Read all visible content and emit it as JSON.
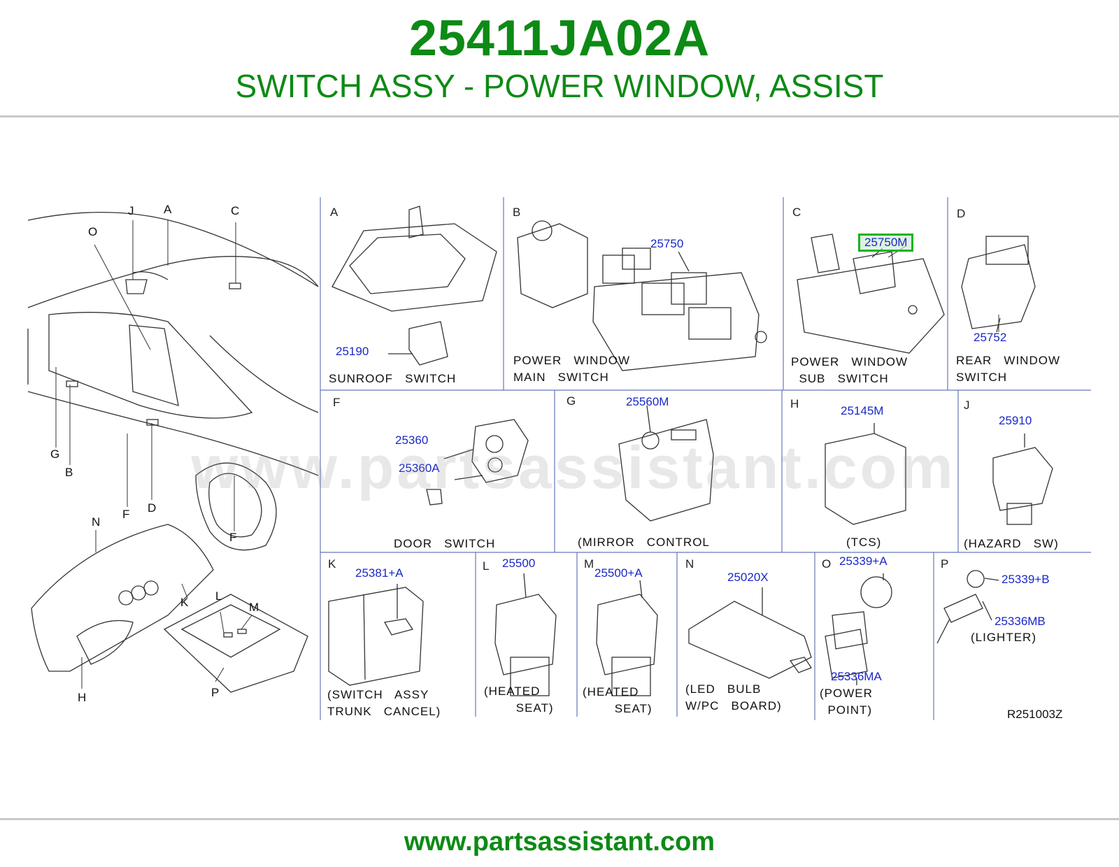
{
  "header": {
    "part_number": "25411JA02A",
    "part_name": "SWITCH ASSY - POWER WINDOW, ASSIST"
  },
  "car_overview": {
    "labels": [
      "J",
      "A",
      "C",
      "O",
      "G",
      "B",
      "F",
      "D",
      "F",
      "N",
      "K",
      "L",
      "M",
      "H",
      "P"
    ]
  },
  "cells": {
    "A": {
      "letter": "A",
      "parts": [
        "25190"
      ],
      "caption": "SUNROOF   SWITCH"
    },
    "B": {
      "letter": "B",
      "parts": [
        "25750"
      ],
      "caption": "POWER   WINDOW\nMAIN   SWITCH"
    },
    "C": {
      "letter": "C",
      "parts": [
        "25750M"
      ],
      "caption": "POWER   WINDOW\n  SUB   SWITCH"
    },
    "D": {
      "letter": "D",
      "parts": [
        "25752"
      ],
      "caption": "REAR   WINDOW\nSWITCH"
    },
    "F": {
      "letter": "F",
      "parts": [
        "25360",
        "25360A"
      ],
      "caption": "DOOR   SWITCH"
    },
    "G": {
      "letter": "G",
      "parts": [
        "25560M"
      ],
      "caption": "(MIRROR   CONTROL"
    },
    "H": {
      "letter": "H",
      "parts": [
        "25145M"
      ],
      "caption": "(TCS)"
    },
    "J": {
      "letter": "J",
      "parts": [
        "25910"
      ],
      "caption": "(HAZARD   SW)"
    },
    "K": {
      "letter": "K",
      "parts": [
        "25381+A"
      ],
      "caption": "(SWITCH   ASSY\nTRUNK   CANCEL)"
    },
    "L": {
      "letter": "L",
      "parts": [
        "25500"
      ],
      "caption": "(HEATED\n        SEAT)"
    },
    "M": {
      "letter": "M",
      "parts": [
        "25500+A"
      ],
      "caption": "(HEATED\n        SEAT)"
    },
    "N": {
      "letter": "N",
      "parts": [
        "25020X"
      ],
      "caption": "(LED   BULB\nW/PC   BOARD)"
    },
    "O": {
      "letter": "O",
      "parts": [
        "25339+A",
        "25336MA"
      ],
      "caption": "(POWER\n  POINT)"
    },
    "P": {
      "letter": "P",
      "parts": [
        "25339+B",
        "25336MB"
      ],
      "caption": "(LIGHTER)"
    }
  },
  "highlighted_part": "25750M",
  "drawing_code": "R251003Z",
  "watermark": "www.partsassistant.com",
  "footer": {
    "url": "www.partsassistant.com"
  },
  "colors": {
    "brand_green": "#0d8a15",
    "part_blue": "#1a28c8",
    "highlight_green": "#11b522",
    "grid_blue": "#6677bb"
  }
}
